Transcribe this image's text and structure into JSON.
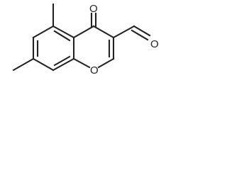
{
  "molecule": {
    "atoms": {
      "ketone_oxygen": "O",
      "aldehyde_oxygen": "O",
      "ring_oxygen": "O"
    },
    "colors": {
      "bond": "#222222",
      "background": "#ffffff"
    }
  }
}
